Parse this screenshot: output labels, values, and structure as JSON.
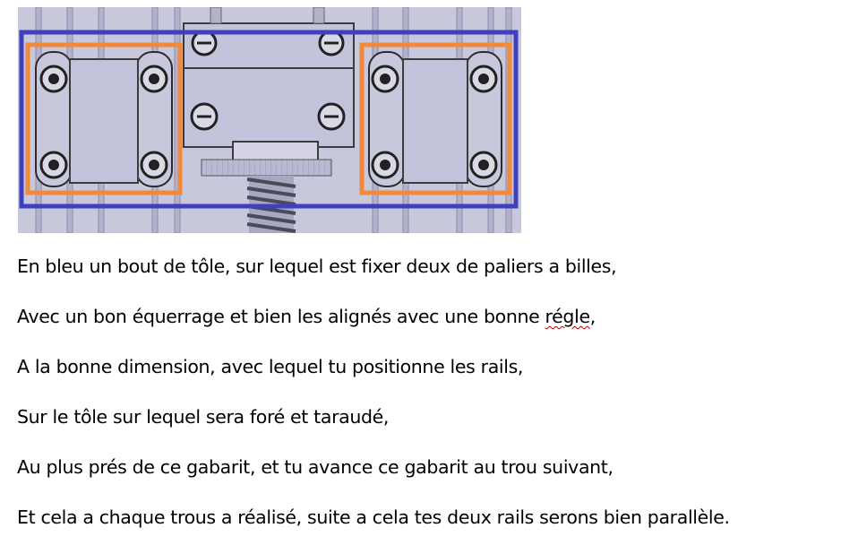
{
  "figure": {
    "colors": {
      "background": "#c8c8dc",
      "plate": "#b7b7d6",
      "rail": "#d2d2e4",
      "outline": "#3c3c3c",
      "blue_frame": "#3f3fbf",
      "orange_frame": "#f2883a",
      "screw": "#2a2a2a"
    }
  },
  "text": {
    "line1": "En bleu un bout de tôle, sur lequel est fixer deux de paliers a billes,",
    "line2_before": "Avec un bon équerrage et bien les alignés avec une bonne ",
    "line2_flagged": "régle",
    "line2_after": ",",
    "line3": "A la bonne dimension, avec lequel tu positionne les rails,",
    "line4": "Sur le tôle sur lequel sera foré et taraudé,",
    "line5": "Au plus prés de ce gabarit, et tu avance ce gabarit au trou suivant,",
    "line6": "Et cela a chaque trous a réalisé, suite a cela tes deux rails serons bien parallèle."
  }
}
